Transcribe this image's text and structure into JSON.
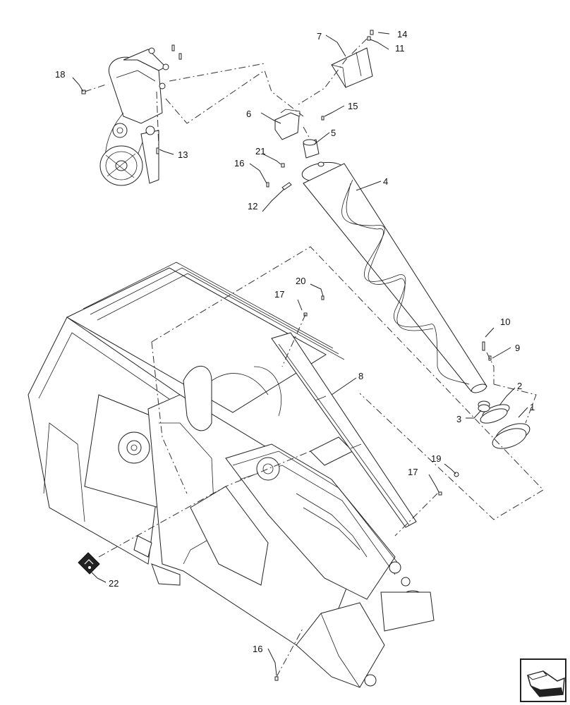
{
  "callouts": {
    "c1": "1",
    "c2": "2",
    "c3": "3",
    "c4": "4",
    "c5": "5",
    "c6": "6",
    "c7": "7",
    "c8": "8",
    "c9": "9",
    "c10": "10",
    "c11": "11",
    "c12": "12",
    "c13": "13",
    "c14": "14",
    "c15": "15",
    "c16a": "16",
    "c16b": "16",
    "c17a": "17",
    "c17b": "17",
    "c18": "18",
    "c19": "19",
    "c20": "20",
    "c21": "21",
    "c22": "22"
  },
  "icons": {
    "nav": "direction-arrow-icon",
    "decal": "warning-decal-icon"
  }
}
